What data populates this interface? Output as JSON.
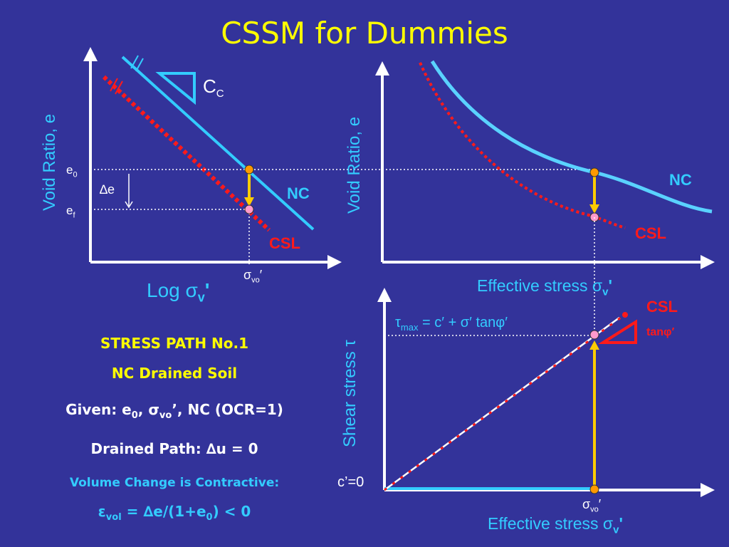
{
  "title": "CSSM for Dummies",
  "colors": {
    "background": "#33339a",
    "title": "#ffff00",
    "nc_line": "#33ccff",
    "csl_line": "#ff1a1a",
    "stress_path": "#ffcc00",
    "point_nc": "#ff9900",
    "point_csl": "#ff99cc"
  },
  "top_left": {
    "ylabel": "Void Ratio, e",
    "xlabel_prefix": "Log ",
    "xlabel_sigma": "σ",
    "xlabel_sub": "v",
    "xlabel_suffix": "'",
    "e0_main": "e",
    "e0_sub": "0",
    "ef_main": "e",
    "ef_sub": "f",
    "delta_e": "∆e",
    "cc_main": "C",
    "cc_sub": "C",
    "nc_label": "NC",
    "csl_label": "CSL",
    "sigma_vo_main": "σ",
    "sigma_vo_sub": "vo",
    "sigma_vo_prime": "′"
  },
  "top_right": {
    "ylabel": "Void Ratio, e",
    "xlabel_prefix": "Effective stress ",
    "xlabel_sigma": "σ",
    "xlabel_sub": "v",
    "xlabel_suffix": "'",
    "nc_label": "NC",
    "csl_label": "CSL"
  },
  "bottom_right": {
    "ylabel": "Shear stress τ",
    "xlabel_prefix": "Effective stress ",
    "xlabel_sigma": "σ",
    "xlabel_sub": "v",
    "xlabel_suffix": "'",
    "tau_main": "τ",
    "tau_sub": "max",
    "tau_rest": " = c′ + σ′ tanφ′",
    "csl_label": "CSL",
    "tanphi_label": "tanφ′",
    "c_zero": "c’=0",
    "sigma_vo_main": "σ",
    "sigma_vo_sub": "vo",
    "sigma_vo_prime": "′"
  },
  "left_panel": {
    "stress_path": "STRESS PATH No.1",
    "soil": "NC Drained Soil",
    "given_prefix": "Given: e",
    "given_sub0": "0",
    "given_mid": ", σ",
    "given_subvo": "vo",
    "given_suffix": "’, NC (OCR=1)",
    "drained": "Drained Path: ∆u = 0",
    "volume": "Volume Change is Contractive:",
    "evol_main": "ε",
    "evol_sub": "vol",
    "evol_mid": " = ∆e/(1+e",
    "evol_sub0": "0",
    "evol_suffix": ") < 0"
  }
}
